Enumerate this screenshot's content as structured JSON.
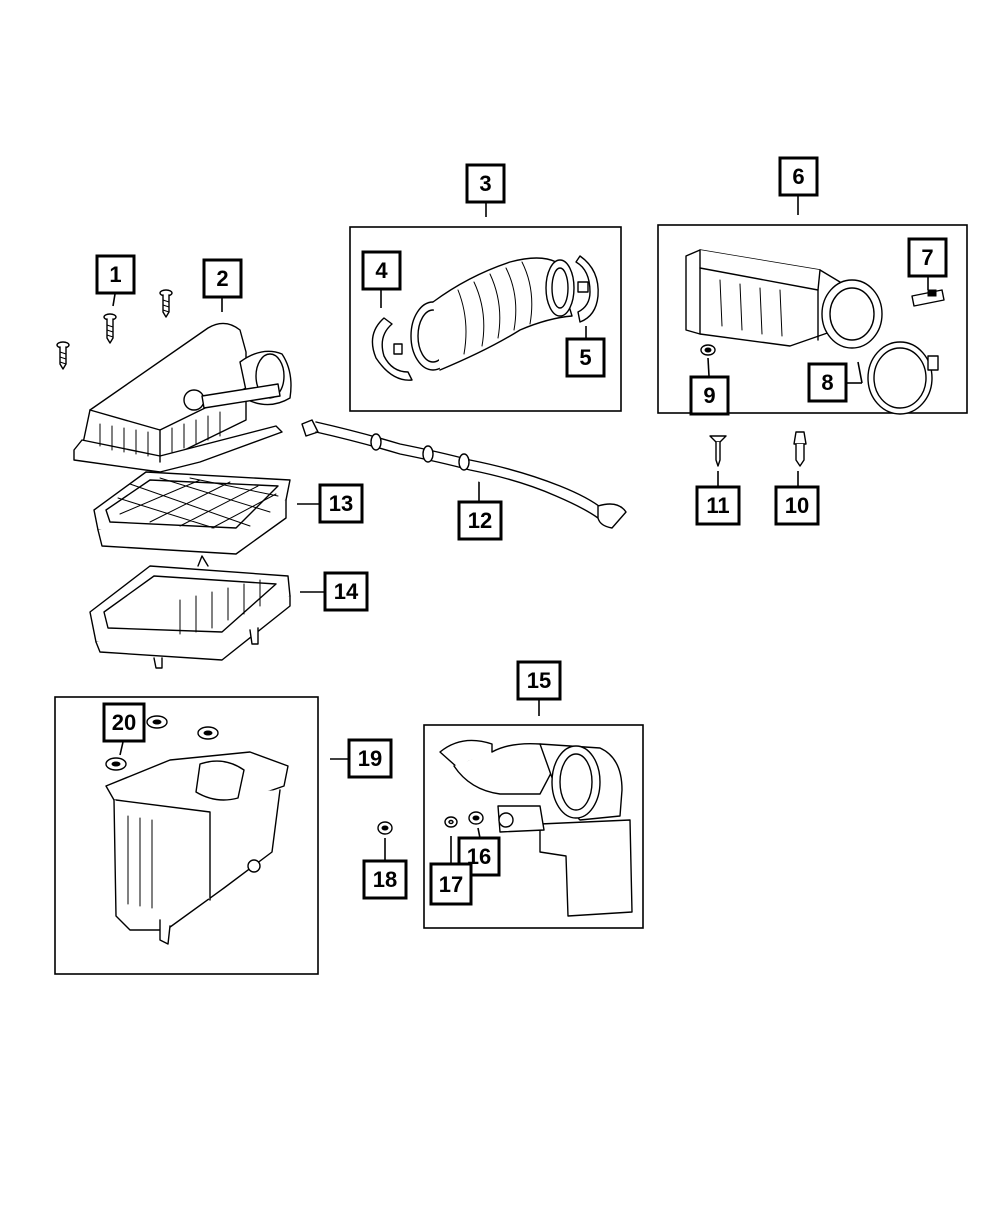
{
  "callouts": [
    {
      "id": "c1",
      "label": "1"
    },
    {
      "id": "c2",
      "label": "2"
    },
    {
      "id": "c3",
      "label": "3"
    },
    {
      "id": "c4",
      "label": "4"
    },
    {
      "id": "c5",
      "label": "5"
    },
    {
      "id": "c6",
      "label": "6"
    },
    {
      "id": "c7",
      "label": "7"
    },
    {
      "id": "c8",
      "label": "8"
    },
    {
      "id": "c9",
      "label": "9"
    },
    {
      "id": "c10",
      "label": "10"
    },
    {
      "id": "c11",
      "label": "11"
    },
    {
      "id": "c12",
      "label": "12"
    },
    {
      "id": "c13",
      "label": "13"
    },
    {
      "id": "c14",
      "label": "14"
    },
    {
      "id": "c15",
      "label": "15"
    },
    {
      "id": "c16",
      "label": "16"
    },
    {
      "id": "c17",
      "label": "17"
    },
    {
      "id": "c18",
      "label": "18"
    },
    {
      "id": "c19",
      "label": "19"
    },
    {
      "id": "c20",
      "label": "20"
    }
  ]
}
